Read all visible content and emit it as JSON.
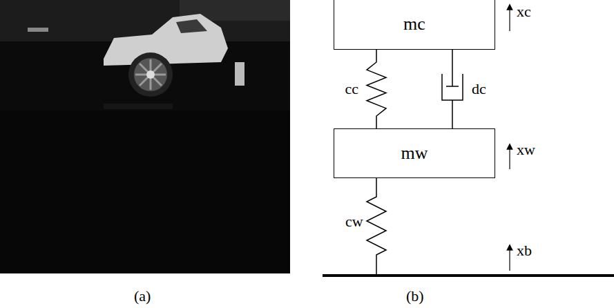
{
  "diagram": {
    "nodes": [
      {
        "text": [
          "mc"
        ]
      },
      {
        "text": [
          "mw"
        ]
      }
    ],
    "edges": [
      {
        "from": 0,
        "to": 1,
        "arrow": "none",
        "label": "cc"
      },
      {
        "from": 0,
        "to": 1,
        "arrow": "none",
        "label": "dc"
      }
    ],
    "labels": [
      "xc",
      "xw",
      "xb",
      "cw",
      "(a)",
      "(b)"
    ]
  }
}
